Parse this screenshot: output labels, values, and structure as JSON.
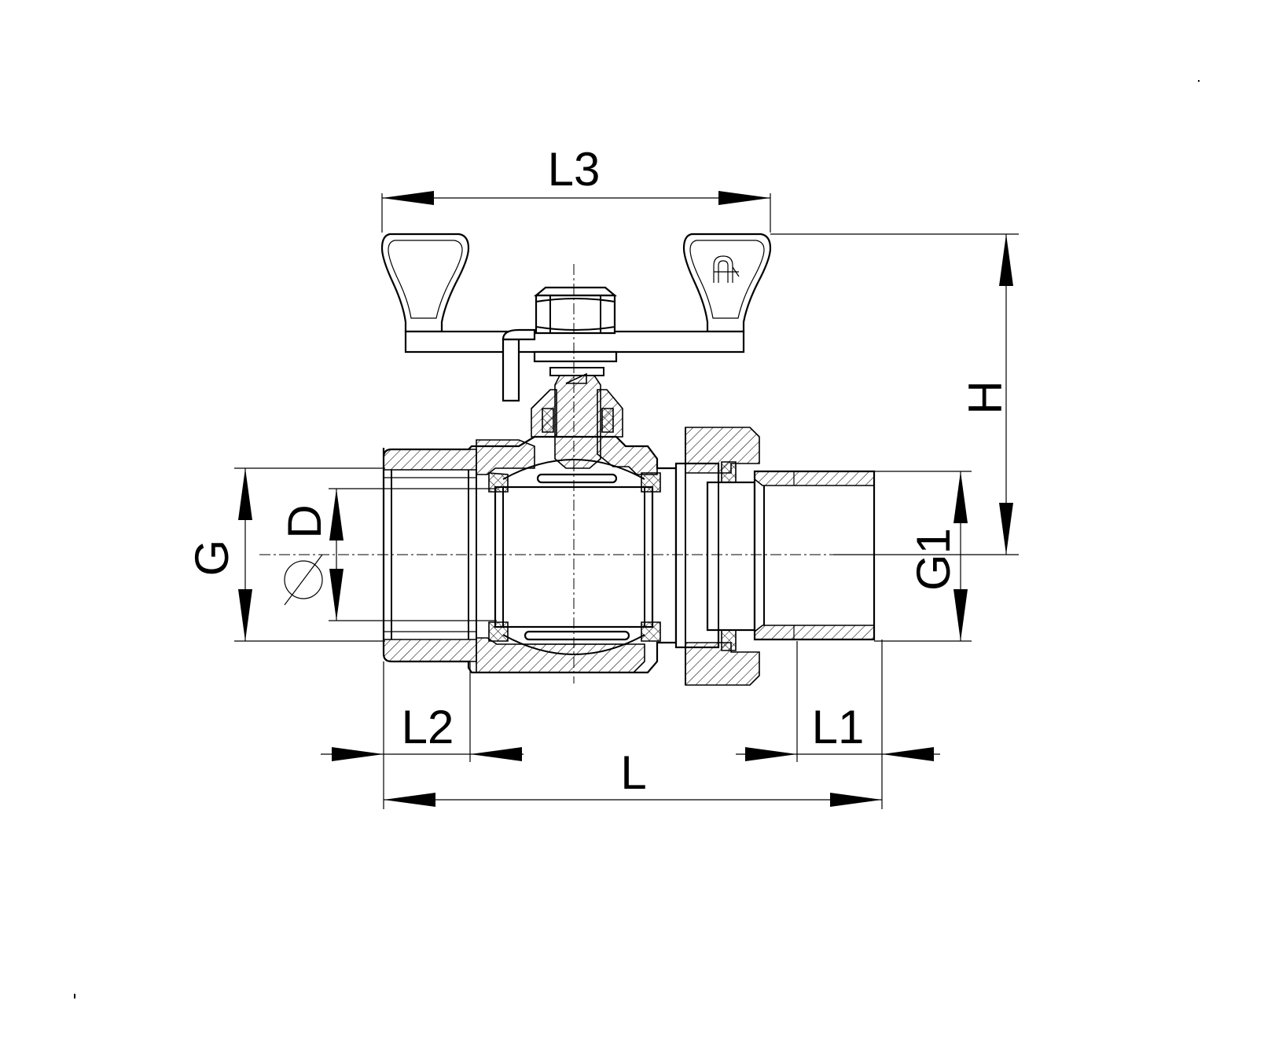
{
  "colors": {
    "line": "#000000",
    "background": "#ffffff"
  },
  "dimensions": {
    "L3": "L3",
    "H": "H",
    "G": "G",
    "D": "D",
    "G1": "G1",
    "L2": "L2",
    "L": "L",
    "L1": "L1"
  },
  "icons": {
    "diameter": "diameter-symbol",
    "brand": "brand-logo"
  }
}
